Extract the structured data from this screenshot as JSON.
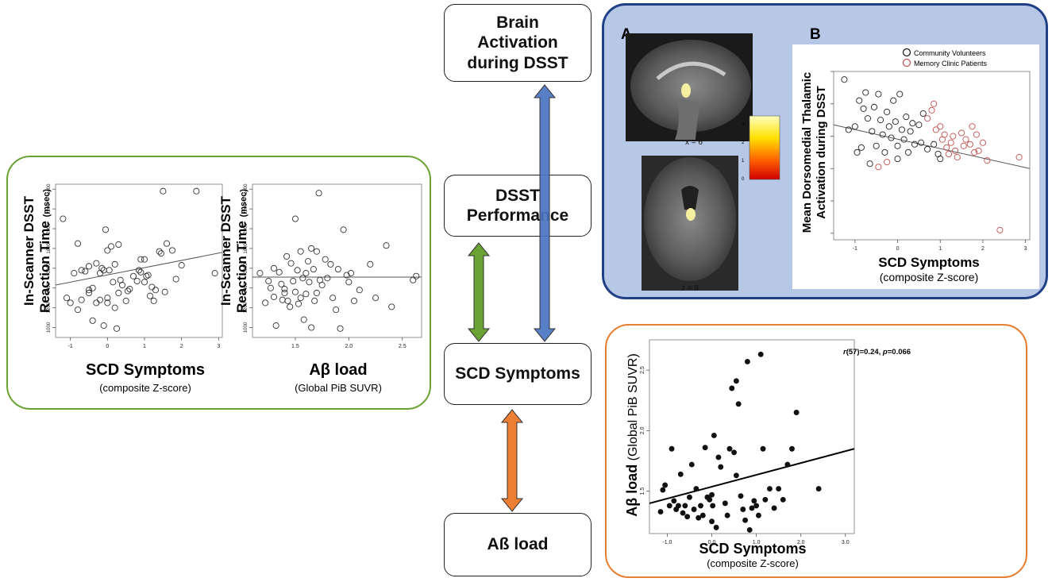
{
  "nodes": {
    "brain": "Brain\nActivation\nduring DSST",
    "dsst": "DSST\nPerformance",
    "scd": "SCD Symptoms",
    "abeta": "Aß load"
  },
  "panels": {
    "green": {
      "left": {
        "ylabel_line1": "In-Scanner DSST",
        "ylabel_line2": "Reaction Time",
        "ylabel_unit": "(msec)",
        "xlabel": "SCD Symptoms",
        "xsub": "(composite Z-score)"
      },
      "right": {
        "ylabel_line1": "In-Scanner DSST",
        "ylabel_line2": "Reaction Time",
        "ylabel_unit": "(msec)",
        "xlabel": "Aβ load",
        "xsub": "(Global PiB SUVR)"
      }
    },
    "blue": {
      "label_a": "A",
      "label_b": "B",
      "slice1": "x = 6",
      "slice2": "z = 8",
      "colorbar_ticks": [
        "3",
        "2",
        "1",
        "0"
      ],
      "legend": [
        "Community Volunteers",
        "Memory Clinic Patients"
      ],
      "ylabel_line1": "Mean Dorsomedial Thalamic",
      "ylabel_line2": "Activation during DSST",
      "xlabel": "SCD Symptoms",
      "xsub": "(composite Z-score)"
    },
    "orange": {
      "stat_r": "r",
      "stat_rest": "(57)=0.24, ",
      "stat_p": "p",
      "stat_pval": "=0.066",
      "ylabel_bold": "Aβ load",
      "ylabel_rest": " (Global PiB SUVR)",
      "xlabel": "SCD Symptoms",
      "xsub": "(composite Z-score)"
    }
  },
  "colors": {
    "green": "#6aa233",
    "blue": "#1f3f86",
    "blue_fill": "#b7c8e6",
    "orange": "#e67e2e",
    "arrow_green": "#6aa233",
    "arrow_blue": "#4a73c0",
    "arrow_orange": "#ec7f34",
    "red_points": "#c0504d"
  },
  "chart_data": [
    {
      "type": "scatter",
      "xlim": [
        -1.4,
        3.1
      ],
      "ylim": [
        900,
        2450
      ],
      "xticks": [
        -1,
        0,
        1,
        2,
        3
      ],
      "yticks": [
        1000,
        1200,
        1400,
        1600,
        1800,
        2000,
        2200,
        2400
      ],
      "fit": {
        "x": [
          -1.4,
          3.1
        ],
        "y": [
          1430,
          1760
        ]
      },
      "points": [
        [
          -1.2,
          2100
        ],
        [
          -1.1,
          1300
        ],
        [
          -1.0,
          1250
        ],
        [
          -0.9,
          1550
        ],
        [
          -0.8,
          1850
        ],
        [
          -0.8,
          1180
        ],
        [
          -0.7,
          1580
        ],
        [
          -0.7,
          1280
        ],
        [
          -0.6,
          1570
        ],
        [
          -0.5,
          1620
        ],
        [
          -0.5,
          1380
        ],
        [
          -0.5,
          1350
        ],
        [
          -0.4,
          1070
        ],
        [
          -0.4,
          1400
        ],
        [
          -0.3,
          1650
        ],
        [
          -0.3,
          1250
        ],
        [
          -0.2,
          1550
        ],
        [
          -0.2,
          1280
        ],
        [
          -0.15,
          1600
        ],
        [
          -0.1,
          1580
        ],
        [
          -0.1,
          1020
        ],
        [
          -0.05,
          1990
        ],
        [
          0,
          1780
        ],
        [
          0,
          1300
        ],
        [
          0,
          1250
        ],
        [
          0.05,
          1580
        ],
        [
          0.1,
          1820
        ],
        [
          0.15,
          1460
        ],
        [
          0.2,
          1640
        ],
        [
          0.2,
          1200
        ],
        [
          0.25,
          990
        ],
        [
          0.3,
          1840
        ],
        [
          0.3,
          1350
        ],
        [
          0.35,
          1480
        ],
        [
          0.4,
          1430
        ],
        [
          0.5,
          1270
        ],
        [
          0.55,
          1370
        ],
        [
          0.6,
          1390
        ],
        [
          0.7,
          1520
        ],
        [
          0.8,
          1470
        ],
        [
          0.85,
          1580
        ],
        [
          0.9,
          1690
        ],
        [
          0.9,
          1560
        ],
        [
          1.0,
          1690
        ],
        [
          1.0,
          1460
        ],
        [
          1.05,
          1520
        ],
        [
          1.1,
          1530
        ],
        [
          1.15,
          1320
        ],
        [
          1.2,
          1410
        ],
        [
          1.25,
          1270
        ],
        [
          1.3,
          1380
        ],
        [
          1.4,
          1770
        ],
        [
          1.45,
          1750
        ],
        [
          1.5,
          2380
        ],
        [
          1.55,
          1360
        ],
        [
          1.6,
          1850
        ],
        [
          1.75,
          1780
        ],
        [
          1.85,
          1490
        ],
        [
          2.0,
          1630
        ],
        [
          2.4,
          2380
        ],
        [
          2.9,
          1550
        ]
      ]
    },
    {
      "type": "scatter",
      "xlim": [
        1.1,
        2.68
      ],
      "ylim": [
        900,
        2450
      ],
      "xticks": [
        1.5,
        2.0,
        2.5
      ],
      "yticks": [
        1000,
        1200,
        1400,
        1600,
        1800,
        2000,
        2200,
        2400
      ],
      "fit": {
        "x": [
          1.1,
          2.68
        ],
        "y": [
          1510,
          1510
        ]
      },
      "points": [
        [
          1.17,
          1550
        ],
        [
          1.22,
          1250
        ],
        [
          1.25,
          1470
        ],
        [
          1.27,
          1400
        ],
        [
          1.3,
          1600
        ],
        [
          1.3,
          1310
        ],
        [
          1.32,
          1020
        ],
        [
          1.35,
          1560
        ],
        [
          1.37,
          1440
        ],
        [
          1.38,
          1280
        ],
        [
          1.4,
          1390
        ],
        [
          1.4,
          1350
        ],
        [
          1.42,
          1720
        ],
        [
          1.43,
          1270
        ],
        [
          1.45,
          1210
        ],
        [
          1.46,
          1650
        ],
        [
          1.48,
          1470
        ],
        [
          1.5,
          2100
        ],
        [
          1.5,
          1360
        ],
        [
          1.52,
          1580
        ],
        [
          1.53,
          1240
        ],
        [
          1.55,
          1770
        ],
        [
          1.55,
          1300
        ],
        [
          1.57,
          1500
        ],
        [
          1.58,
          1080
        ],
        [
          1.6,
          1550
        ],
        [
          1.6,
          1340
        ],
        [
          1.62,
          1670
        ],
        [
          1.63,
          1460
        ],
        [
          1.65,
          1800
        ],
        [
          1.65,
          1000
        ],
        [
          1.67,
          1590
        ],
        [
          1.68,
          1270
        ],
        [
          1.7,
          1770
        ],
        [
          1.7,
          1350
        ],
        [
          1.72,
          2360
        ],
        [
          1.73,
          1480
        ],
        [
          1.75,
          1430
        ],
        [
          1.78,
          1690
        ],
        [
          1.8,
          1500
        ],
        [
          1.83,
          1640
        ],
        [
          1.85,
          1300
        ],
        [
          1.88,
          1180
        ],
        [
          1.9,
          1590
        ],
        [
          1.92,
          990
        ],
        [
          1.95,
          1990
        ],
        [
          1.98,
          1530
        ],
        [
          2.0,
          1460
        ],
        [
          2.02,
          1550
        ],
        [
          2.05,
          1270
        ],
        [
          2.1,
          1380
        ],
        [
          2.2,
          1640
        ],
        [
          2.25,
          1300
        ],
        [
          2.35,
          1830
        ],
        [
          2.4,
          1210
        ],
        [
          2.6,
          1480
        ],
        [
          2.63,
          1520
        ]
      ]
    },
    {
      "type": "scatter",
      "xlim": [
        -1.5,
        3.1
      ],
      "ylim": [
        -3.2,
        2.0
      ],
      "xticks": [
        -1,
        0,
        1,
        2,
        3
      ],
      "yticks": [
        -3,
        -2,
        -1,
        0,
        1,
        2
      ],
      "fit": {
        "x": [
          -1.5,
          3.1
        ],
        "y": [
          0.35,
          -1.0
        ]
      },
      "series": [
        {
          "name": "Community Volunteers",
          "points": [
            [
              -1.25,
              1.75
            ],
            [
              -1.15,
              0.2
            ],
            [
              -1.0,
              0.3
            ],
            [
              -0.95,
              -0.5
            ],
            [
              -0.9,
              1.1
            ],
            [
              -0.85,
              -0.35
            ],
            [
              -0.8,
              0.85
            ],
            [
              -0.75,
              1.35
            ],
            [
              -0.7,
              0.55
            ],
            [
              -0.65,
              -0.85
            ],
            [
              -0.6,
              0.15
            ],
            [
              -0.55,
              0.9
            ],
            [
              -0.5,
              -0.3
            ],
            [
              -0.45,
              1.3
            ],
            [
              -0.4,
              0.5
            ],
            [
              -0.35,
              0.05
            ],
            [
              -0.3,
              -0.5
            ],
            [
              -0.25,
              0.75
            ],
            [
              -0.2,
              0.3
            ],
            [
              -0.15,
              -0.05
            ],
            [
              -0.1,
              1.1
            ],
            [
              -0.05,
              0.45
            ],
            [
              0.0,
              -0.3
            ],
            [
              0.0,
              -0.7
            ],
            [
              0.05,
              1.3
            ],
            [
              0.1,
              0.2
            ],
            [
              0.15,
              -0.1
            ],
            [
              0.2,
              0.6
            ],
            [
              0.25,
              -0.5
            ],
            [
              0.3,
              0.15
            ],
            [
              0.35,
              0.4
            ],
            [
              0.4,
              -0.25
            ],
            [
              0.5,
              0.35
            ],
            [
              0.55,
              -0.2
            ],
            [
              0.6,
              0.7
            ],
            [
              0.7,
              -0.4
            ],
            [
              0.85,
              -0.25
            ],
            [
              0.95,
              -0.55
            ],
            [
              1.0,
              -0.7
            ]
          ]
        },
        {
          "name": "Memory Clinic Patients",
          "points": [
            [
              -0.45,
              -0.95
            ],
            [
              -0.25,
              -0.8
            ],
            [
              0.7,
              0.55
            ],
            [
              0.8,
              0.8
            ],
            [
              0.85,
              1.0
            ],
            [
              0.9,
              0.2
            ],
            [
              1.0,
              0.3
            ],
            [
              1.05,
              -0.1
            ],
            [
              1.1,
              0.05
            ],
            [
              1.15,
              -0.35
            ],
            [
              1.2,
              -0.55
            ],
            [
              1.25,
              -0.2
            ],
            [
              1.3,
              0.0
            ],
            [
              1.35,
              -0.45
            ],
            [
              1.4,
              -0.65
            ],
            [
              1.5,
              0.1
            ],
            [
              1.55,
              -0.3
            ],
            [
              1.6,
              -0.1
            ],
            [
              1.7,
              -0.25
            ],
            [
              1.75,
              0.3
            ],
            [
              1.8,
              -0.5
            ],
            [
              1.85,
              0.05
            ],
            [
              1.9,
              -0.45
            ],
            [
              2.0,
              -0.2
            ],
            [
              2.1,
              -0.75
            ],
            [
              2.4,
              -2.9
            ],
            [
              2.85,
              -0.65
            ]
          ]
        }
      ]
    },
    {
      "type": "scatter",
      "xlim": [
        -1.4,
        3.2
      ],
      "ylim": [
        1.15,
        2.75
      ],
      "xticks": [
        -1,
        0,
        1,
        2,
        3
      ],
      "yticks": [
        1.5,
        2.0,
        2.5
      ],
      "fit": {
        "x": [
          -1.4,
          3.2
        ],
        "y": [
          1.4,
          1.85
        ]
      },
      "points": [
        [
          -1.15,
          1.33
        ],
        [
          -1.1,
          1.51
        ],
        [
          -1.05,
          1.55
        ],
        [
          -0.95,
          1.38
        ],
        [
          -0.9,
          1.85
        ],
        [
          -0.85,
          1.42
        ],
        [
          -0.8,
          1.35
        ],
        [
          -0.75,
          1.38
        ],
        [
          -0.7,
          1.64
        ],
        [
          -0.65,
          1.32
        ],
        [
          -0.6,
          1.38
        ],
        [
          -0.55,
          1.29
        ],
        [
          -0.5,
          1.45
        ],
        [
          -0.45,
          1.72
        ],
        [
          -0.4,
          1.35
        ],
        [
          -0.35,
          1.52
        ],
        [
          -0.3,
          1.28
        ],
        [
          -0.25,
          1.38
        ],
        [
          -0.2,
          1.3
        ],
        [
          -0.15,
          1.86
        ],
        [
          -0.1,
          1.45
        ],
        [
          -0.05,
          1.43
        ],
        [
          0.0,
          1.47
        ],
        [
          0.0,
          1.25
        ],
        [
          0.02,
          1.38
        ],
        [
          0.05,
          1.96
        ],
        [
          0.1,
          1.2
        ],
        [
          0.15,
          1.78
        ],
        [
          0.2,
          1.7
        ],
        [
          0.3,
          1.4
        ],
        [
          0.35,
          1.3
        ],
        [
          0.4,
          1.85
        ],
        [
          0.45,
          2.35
        ],
        [
          0.5,
          1.82
        ],
        [
          0.55,
          2.41
        ],
        [
          0.55,
          1.63
        ],
        [
          0.6,
          2.22
        ],
        [
          0.65,
          1.46
        ],
        [
          0.7,
          1.35
        ],
        [
          0.75,
          1.26
        ],
        [
          0.8,
          2.57
        ],
        [
          0.85,
          1.18
        ],
        [
          0.9,
          1.36
        ],
        [
          0.95,
          1.42
        ],
        [
          1.0,
          1.38
        ],
        [
          1.05,
          1.3
        ],
        [
          1.1,
          2.63
        ],
        [
          1.15,
          1.85
        ],
        [
          1.2,
          1.43
        ],
        [
          1.3,
          1.52
        ],
        [
          1.4,
          1.36
        ],
        [
          1.5,
          1.52
        ],
        [
          1.6,
          1.43
        ],
        [
          1.7,
          1.72
        ],
        [
          1.8,
          1.85
        ],
        [
          1.9,
          2.15
        ],
        [
          2.4,
          1.52
        ]
      ]
    }
  ]
}
